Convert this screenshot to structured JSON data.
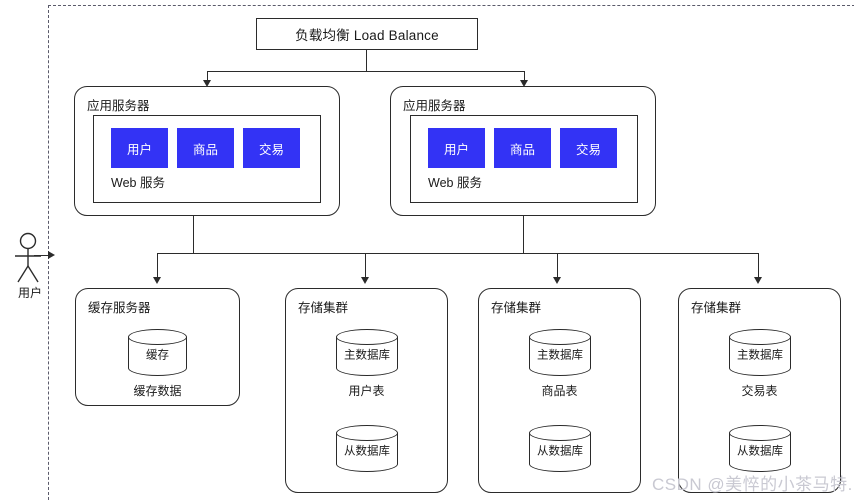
{
  "diagram": {
    "title": "负载均衡 Load Balance",
    "colors": {
      "service_blue": "#3333f5",
      "stroke": "#2b2b2b",
      "boundary": "#5a5a6a",
      "watermark": "#c9c9d2"
    }
  },
  "actor": {
    "label": "用户"
  },
  "load_balancer": {
    "label": "负载均衡 Load Balance"
  },
  "app_servers": [
    {
      "title": "应用服务器",
      "panel_label": "Web 服务",
      "services": [
        "用户",
        "商品",
        "交易"
      ]
    },
    {
      "title": "应用服务器",
      "panel_label": "Web 服务",
      "services": [
        "用户",
        "商品",
        "交易"
      ]
    }
  ],
  "cache_server": {
    "title": "缓存服务器",
    "store_label": "缓存",
    "caption": "缓存数据"
  },
  "storage_clusters": [
    {
      "title": "存储集群",
      "master_label": "主数据库",
      "caption": "用户表",
      "slave_label": "从数据库"
    },
    {
      "title": "存储集群",
      "master_label": "主数据库",
      "caption": "商品表",
      "slave_label": "从数据库"
    },
    {
      "title": "存储集群",
      "master_label": "主数据库",
      "caption": "交易表",
      "slave_label": "从数据库"
    }
  ],
  "watermark": {
    "text": "CSDN @美悴的小茶马特."
  }
}
